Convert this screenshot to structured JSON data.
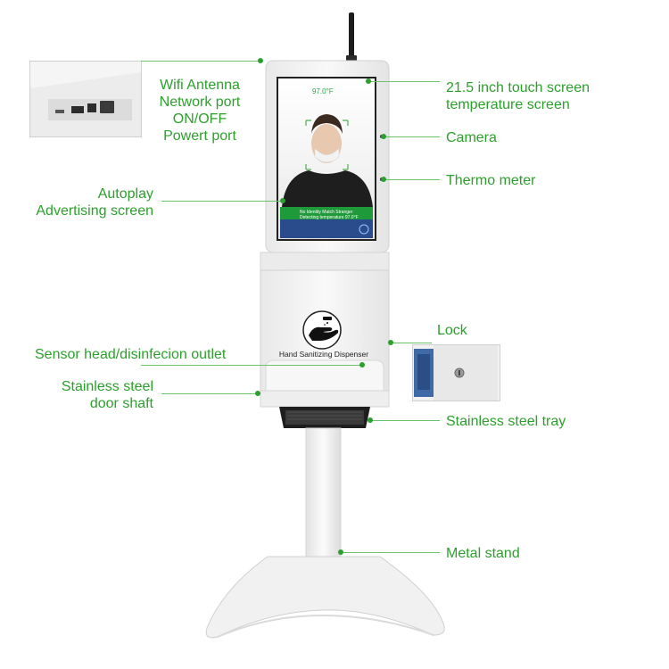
{
  "labels": {
    "wifi_antenna": "Wifi Antenna",
    "network_port": "Network port",
    "on_off": "ON/OFF",
    "power_port": "Powert port",
    "touch_screen_1": "21.5 inch touch screen",
    "touch_screen_2": "temperature screen",
    "camera": "Camera",
    "thermo_meter": "Thermo meter",
    "autoplay_1": "Autoplay",
    "autoplay_2": "Advertising screen",
    "lock": "Lock",
    "sensor_head": "Sensor head/disinfecion outlet",
    "door_shaft_1": "Stainless steel",
    "door_shaft_2": "door shaft",
    "tray": "Stainless steel tray",
    "metal_stand": "Metal stand"
  },
  "screen": {
    "temperature": "97.0°F",
    "status_1": "No Identity Match Stranger",
    "status_2": "Detecting temperature 97.0°F"
  },
  "dispenser_label": "Hand Sanitizing Dispenser",
  "icons": {
    "hand": "hand-sanitizer-icon"
  },
  "colors": {
    "label_green": "#2ca02c",
    "kiosk_white": "#f4f4f4"
  }
}
